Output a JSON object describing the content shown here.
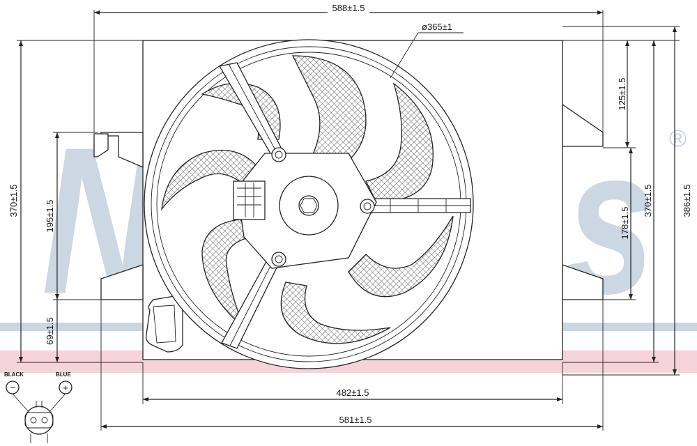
{
  "watermark": {
    "text": "Nissens",
    "registered": "®",
    "color": "#b9c8d8"
  },
  "colors": {
    "pink_band": "#f6d3da",
    "blue_band": "#c9d6e4",
    "line": "#222222"
  },
  "dimensions": {
    "top_width": "588±1.5",
    "diameter": "ø365±1",
    "right_upper": "125±1.5",
    "right_lower": "178±1.5",
    "right_height": "370±1.5",
    "right_total": "386±1.5",
    "left_height": "370±1.5",
    "left_mid": "195±1.5",
    "left_low": "69±1.5",
    "bottom_inner": "482±1.5",
    "bottom_outer": "581±1.5"
  },
  "connector": {
    "black_label": "BLACK",
    "blue_label": "BLUE",
    "minus": "−",
    "plus": "+"
  }
}
